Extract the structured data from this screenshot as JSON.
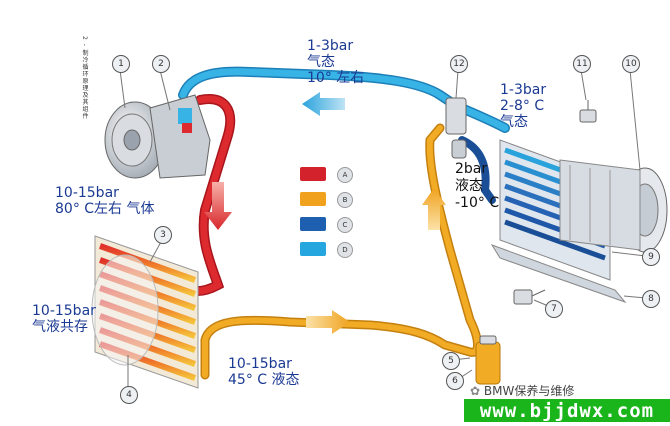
{
  "labels": {
    "top_pressure": "1-3bar",
    "top_state": "气态",
    "top_temp": "10° 左右",
    "right_pressure": "1-3bar",
    "right_temp": "2-8° C",
    "right_state": "气态",
    "mid_pressure": "2bar",
    "mid_state": "液态",
    "mid_temp": "-10° C",
    "left_pressure": "10-15bar",
    "left_temp_state": "80° C左右  气体",
    "cond_pressure": "10-15bar",
    "cond_state": "气液共存",
    "bottom_pressure": "10-15bar",
    "bottom_temp_state": "45° C  液态"
  },
  "vertical_note": "2 - 制冷循环原理及其组件",
  "callouts": [
    "1",
    "2",
    "3",
    "4",
    "5",
    "6",
    "7",
    "8",
    "9",
    "10",
    "11",
    "12"
  ],
  "legend": [
    {
      "key": "A",
      "color": "#d3222b"
    },
    {
      "key": "B",
      "color": "#f0a21e"
    },
    {
      "key": "C",
      "color": "#1f5fb0"
    },
    {
      "key": "D",
      "color": "#25a6df"
    }
  ],
  "colors": {
    "high_gas": "#d3222b",
    "high_liquid": "#f0a21e",
    "low_liquid": "#1f5fb0",
    "low_gas": "#25a6df"
  },
  "watermark": "BMW保养与维修",
  "site": "www.bjjdwx.com"
}
